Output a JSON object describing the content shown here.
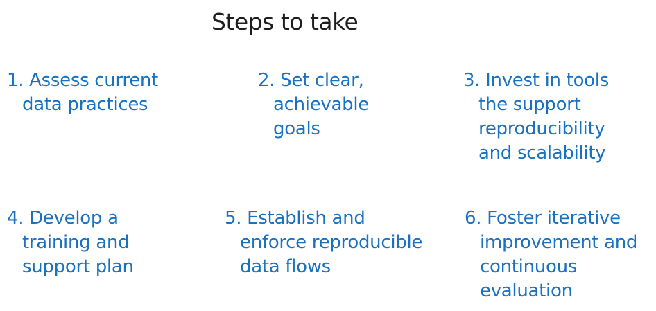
{
  "title": "Steps to take",
  "colors": {
    "title": "#1e1e1e",
    "steps": "#1971c2",
    "background": "#ffffff"
  },
  "steps": [
    {
      "lines": [
        "1. Assess current",
        "data practices"
      ]
    },
    {
      "lines": [
        "2. Set clear,",
        "achievable",
        "goals"
      ]
    },
    {
      "lines": [
        "3. Invest in tools",
        "the support",
        "reproducibility",
        "and scalability"
      ]
    },
    {
      "lines": [
        "4. Develop a",
        "training and",
        "support plan"
      ]
    },
    {
      "lines": [
        "5. Establish and",
        "enforce reproducible",
        "data flows"
      ]
    },
    {
      "lines": [
        "6. Foster iterative",
        "improvement and",
        "continuous",
        "evaluation"
      ]
    }
  ]
}
